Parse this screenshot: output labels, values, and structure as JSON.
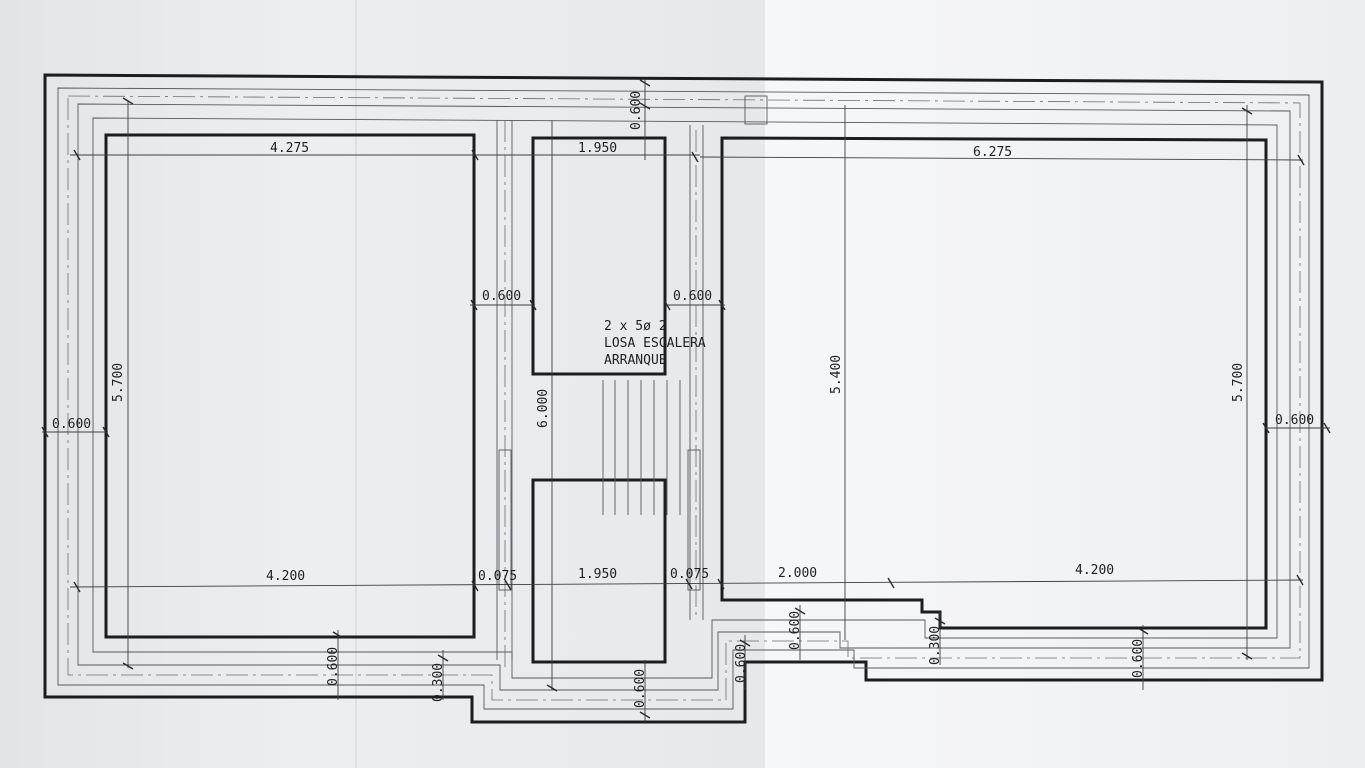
{
  "plan": {
    "dimensions": {
      "top_left_width": "4.275",
      "top_mid_width": "1.950",
      "top_right_width": "6.275",
      "bottom_left_width": "4.200",
      "bottom_mid_width": "1.950",
      "bottom_gap_left": "0.075",
      "bottom_gap_right": "0.075",
      "bottom_step": "2.000",
      "bottom_right_width": "4.200",
      "left_height": "5.700",
      "right_height": "5.700",
      "mid_height": "6.000",
      "right_inner_height": "5.400",
      "left_footing": "0.600",
      "right_footing": "0.600",
      "mid_gap_left": "0.600",
      "mid_gap_right": "0.600",
      "top_offset": "0.600",
      "bottom_off_1": "0.600",
      "bottom_off_2": "0.300",
      "bottom_off_3": "0.600",
      "bottom_off_4": "0.600",
      "bottom_off_5": "0.600",
      "bottom_off_6": "0.300",
      "bottom_off_7": "0.600"
    },
    "note": {
      "line1": "2 x 5ø 2",
      "line2": "LOSA ESCALERA",
      "line3": "ARRANQUE"
    }
  }
}
